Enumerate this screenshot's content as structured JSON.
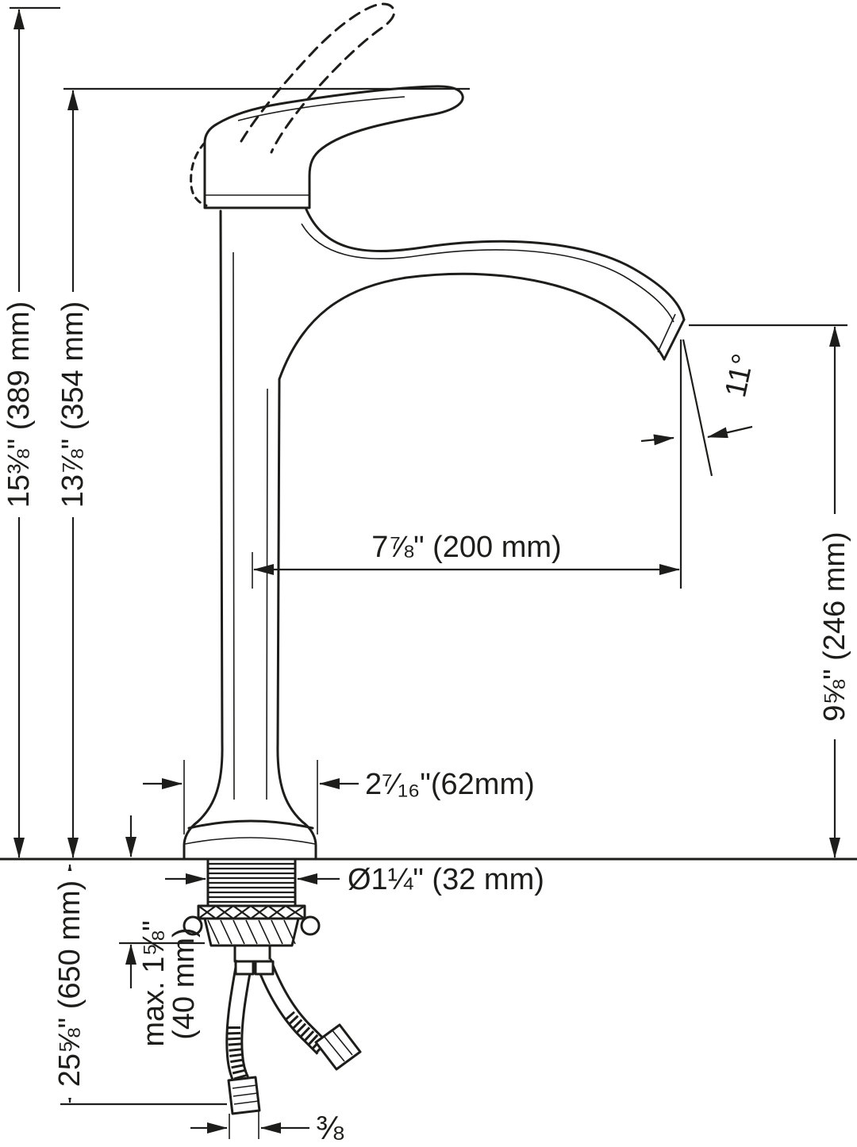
{
  "diagram": {
    "labels": {
      "overall_height": "15⅜\" (389 mm)",
      "handle_height": "13⅞\" (354 mm)",
      "spout_height": "9⅝\" (246 mm)",
      "spout_reach": "7⅞\" (200 mm)",
      "base_width": "2⁷⁄₁₆\"(62mm)",
      "shank_diameter": "Ø1¼\" (32 mm)",
      "max_deck_line1": "max. 1⅝\"",
      "max_deck_line2": "(40 mm)",
      "hose_length": "25⅝\" (650 mm)",
      "hose_connection": "⅜",
      "spout_angle": "11°"
    },
    "colors": {
      "line": "#1d1d1b",
      "background": "#ffffff"
    }
  }
}
